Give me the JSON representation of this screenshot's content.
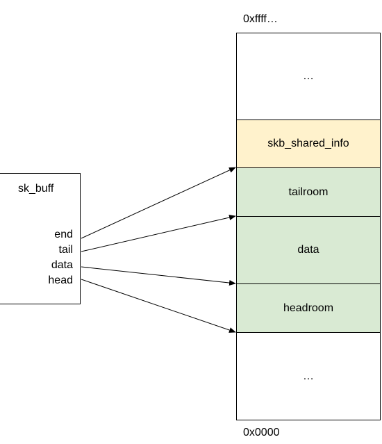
{
  "memory": {
    "top_address": "0xffff…",
    "bottom_address": "0x0000",
    "blocks": {
      "top_ellipsis": "…",
      "shared_info": "skb_shared_info",
      "tailroom": "tailroom",
      "data": "data",
      "headroom": "headroom",
      "bottom_ellipsis": "…"
    },
    "colors": {
      "shared_info": "#fff2cc",
      "buffer_regions": "#d9ead3"
    }
  },
  "sk_buff": {
    "title": "sk_buff",
    "fields": {
      "end": "end",
      "tail": "tail",
      "data": "data",
      "head": "head"
    }
  }
}
